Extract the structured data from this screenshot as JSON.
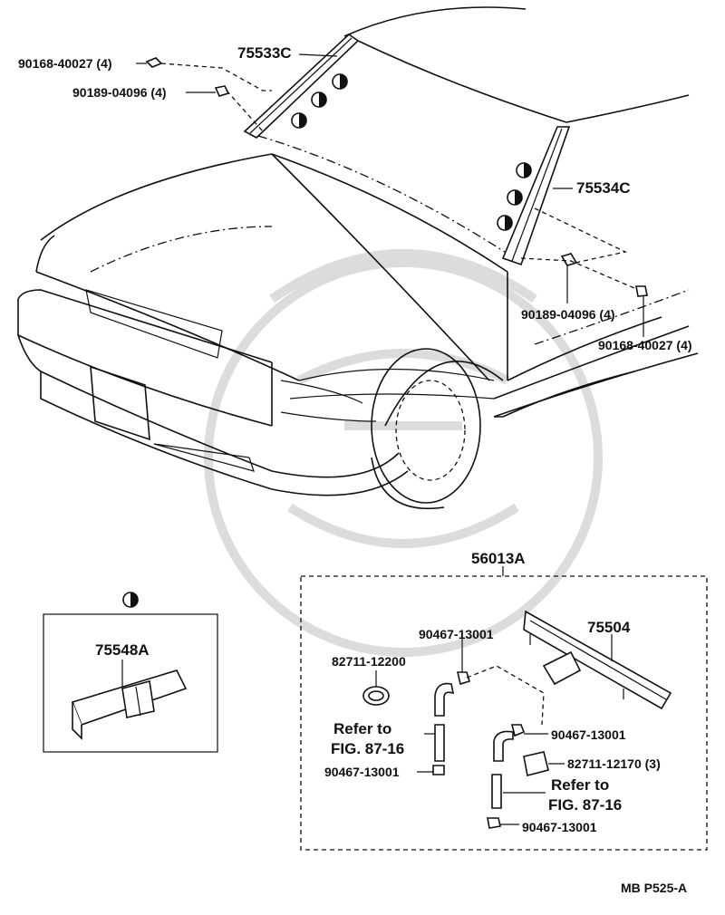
{
  "labels": {
    "p75533c": "75533C",
    "p75534c": "75534C",
    "p90168_top": "90168-40027 (4)",
    "p90189_top": "90189-04096 (4)",
    "p90189_right": "90189-04096 (4)",
    "p90168_right": "90168-40027 (4)",
    "p56013a": "56013A",
    "p75548a": "75548A",
    "p75504": "75504",
    "p90467_a": "90467-13001",
    "p82711_12200": "82711-12200",
    "p90467_b": "90467-13001",
    "p90467_c": "90467-13001",
    "p82711_12170": "82711-12170 (3)",
    "p90467_d": "90467-13001",
    "refer1_l1": "Refer to",
    "refer1_l2": "FIG. 87-16",
    "refer2_l1": "Refer to",
    "refer2_l2": "FIG. 87-16",
    "footer_code": "MB  P525-A"
  }
}
